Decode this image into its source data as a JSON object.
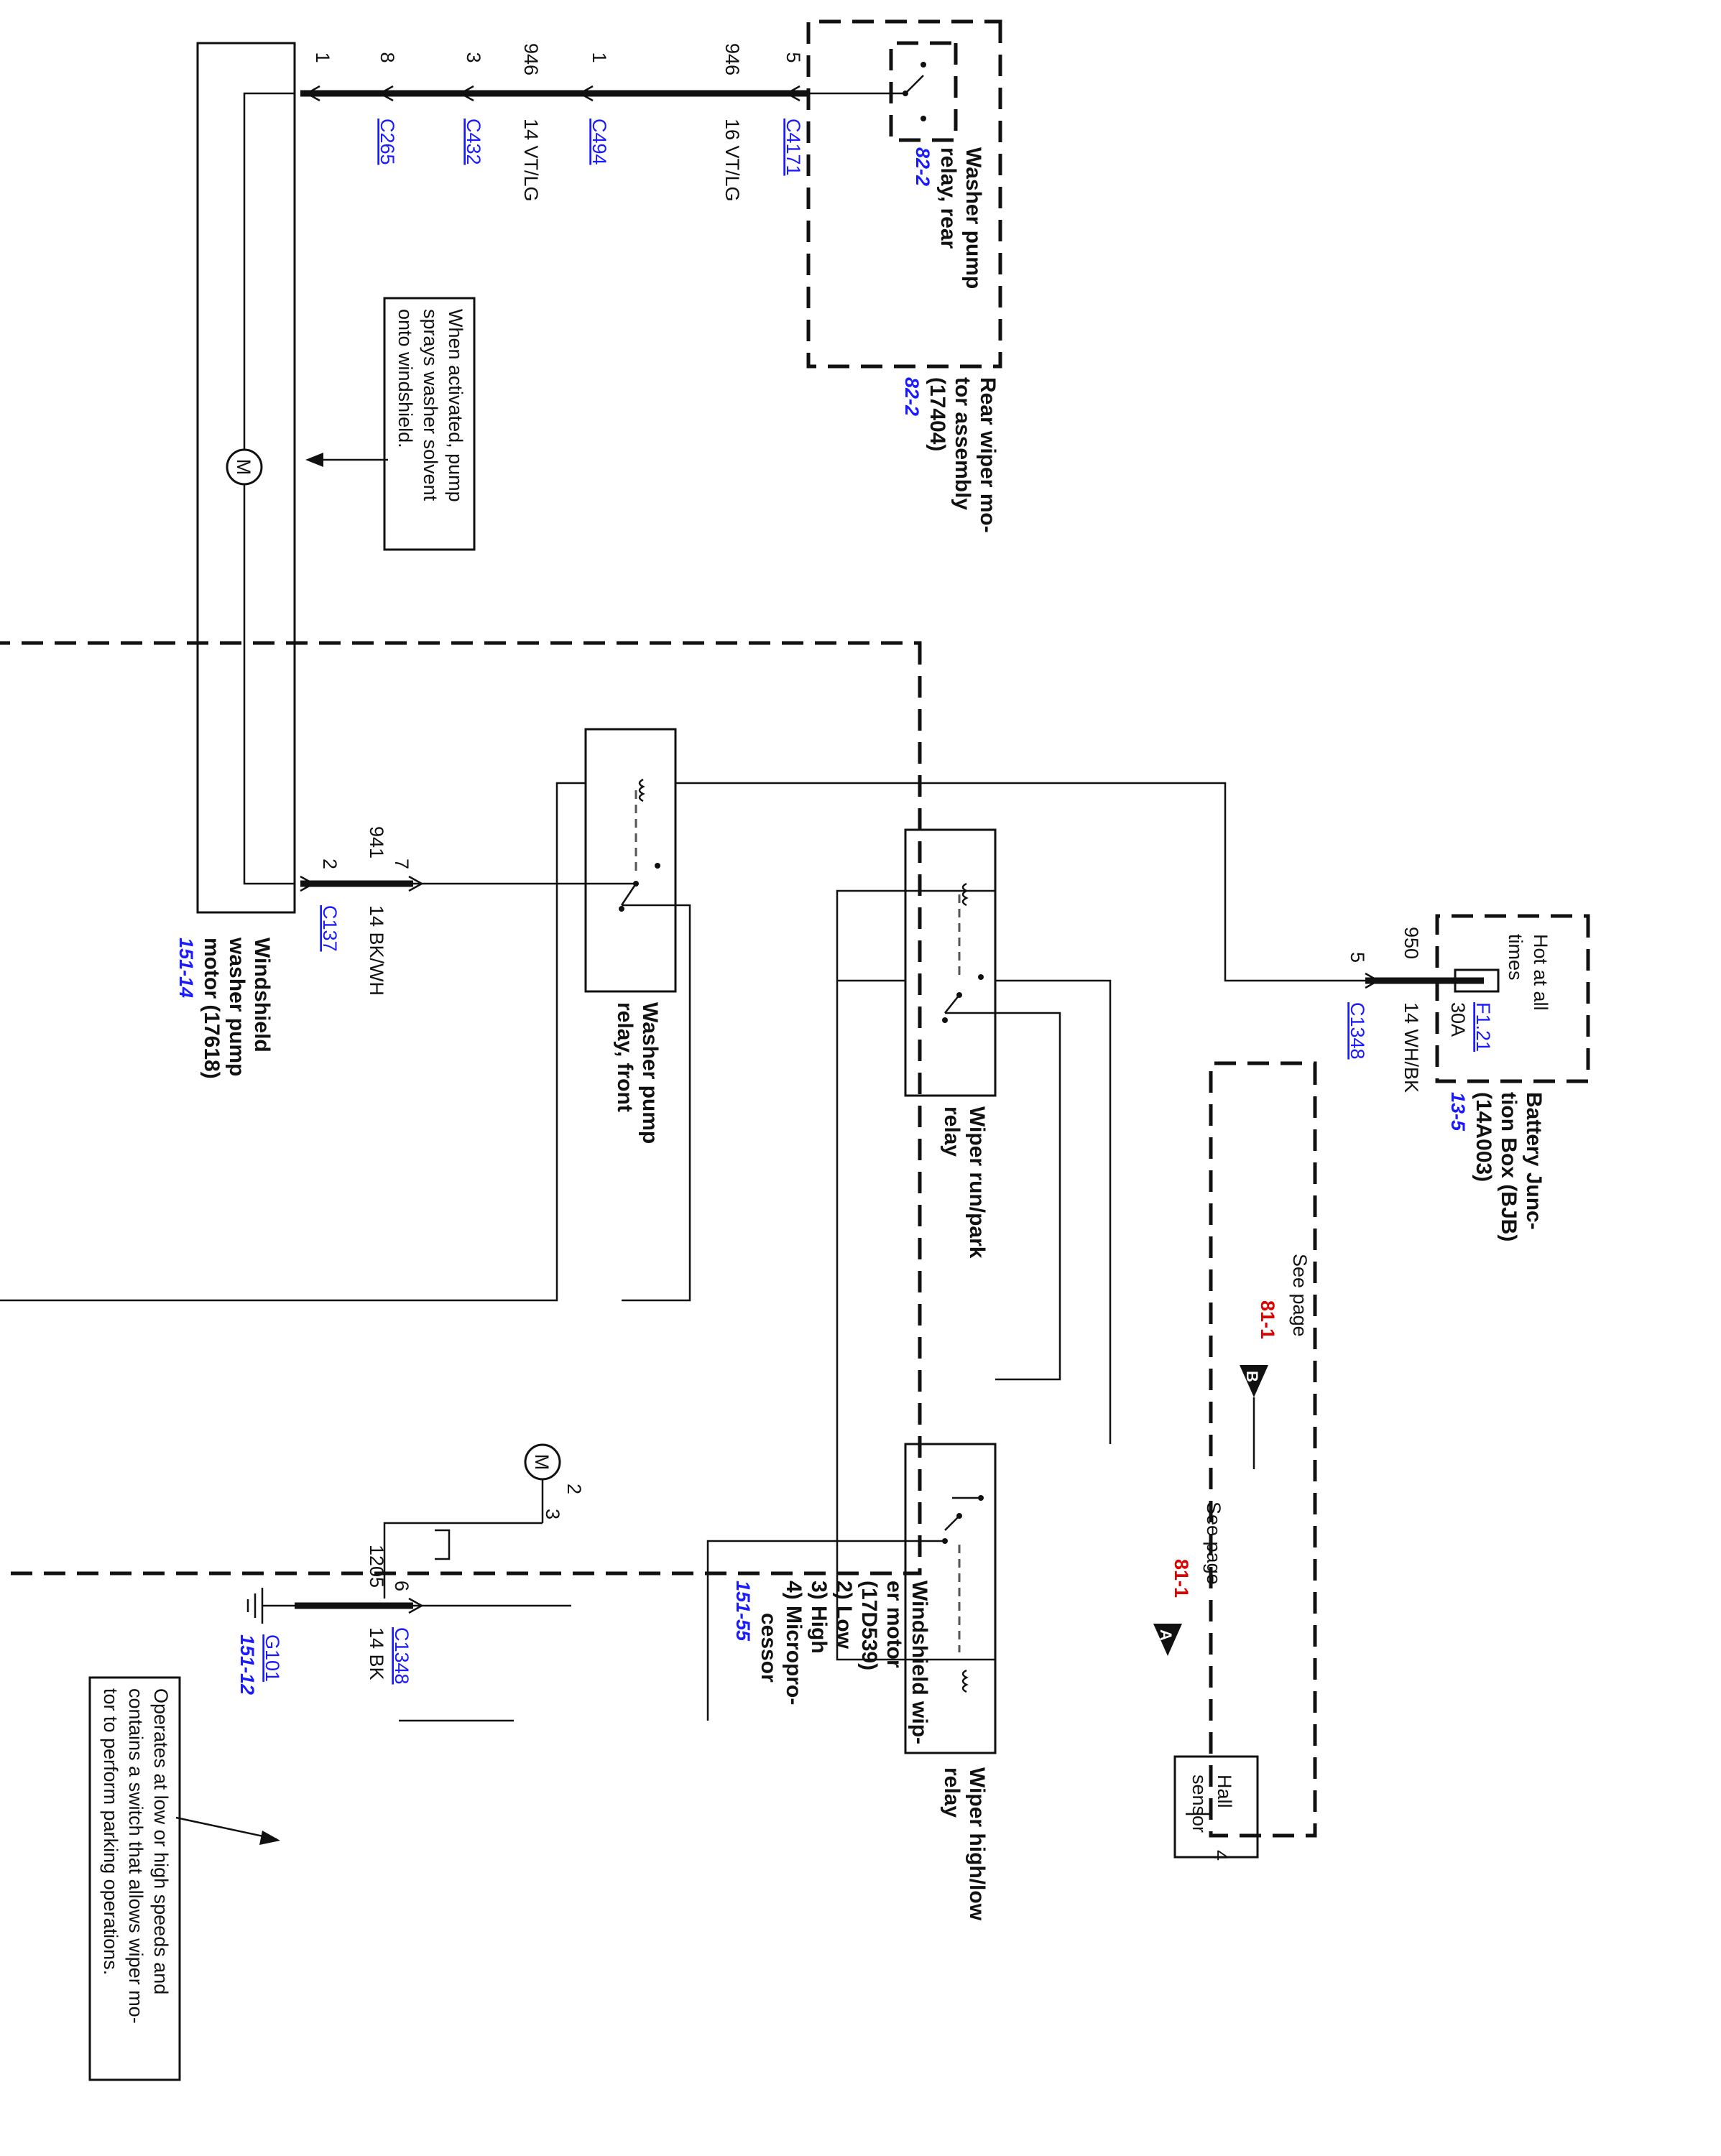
{
  "rear_washer_relay": {
    "line1": "Washer pump",
    "line2": "relay, rear",
    "ref": "82-2"
  },
  "rear_wiper_motor": {
    "line1": "Rear wiper mo-",
    "line2": "tor assembly",
    "line3": "(17404)",
    "ref": "82-2"
  },
  "washer_pump_motor": {
    "line1": "Windshield",
    "line2": "washer pump",
    "line3": "motor (17618)",
    "ref": "151-14"
  },
  "note_washer": {
    "line1": "When activated, pump",
    "line2": "sprays washer solvent",
    "line3": "onto windshield."
  },
  "note_wiper": {
    "line1": "Operates at low or high speeds and",
    "line2": "contains a switch that allows wiper mo-",
    "line3": "tor to perform parking operations."
  },
  "top_wire": {
    "pins": [
      "1",
      "8",
      "3",
      "1",
      "5"
    ],
    "circuits": [
      "946",
      "946"
    ],
    "connectors": [
      "C265",
      "C432",
      "C494",
      "C4171"
    ],
    "wires": [
      "14 VT/LG",
      "16 VT/LG"
    ]
  },
  "washer_feed": {
    "pin_c137": "2",
    "pin_c1348": "7",
    "circuit": "941",
    "connector": "C137",
    "wire": "14 BK/WH"
  },
  "ground_feed": {
    "pin": "6",
    "circuit": "1205",
    "connector": "C1348",
    "wire": "14 BK",
    "ground": "G101",
    "ground_ref": "151-12"
  },
  "battery_feed": {
    "pin": "5",
    "circuit": "950",
    "connector": "C1348",
    "wire": "14 WH/BK"
  },
  "bjb": {
    "hot_line1": "Hot at all",
    "hot_line2": "times",
    "fuse": "F1.21",
    "amps": "30A",
    "line1": "Battery Junc-",
    "line2": "tion Box (BJB)",
    "line3": "(14A003)",
    "ref": "13-5"
  },
  "relays": {
    "washer_front": {
      "line1": "Washer pump",
      "line2": "relay, front"
    },
    "run_park": {
      "line1": "Wiper run/park",
      "line2": "relay"
    },
    "high_low": {
      "line1": "Wiper high/low",
      "line2": "relay"
    }
  },
  "see_page_b": {
    "text": "See page",
    "ref": "81-1",
    "flag": "B"
  },
  "see_page_a": {
    "text": "See page",
    "ref": "81-1",
    "flag": "A"
  },
  "hall": {
    "line1": "Hall",
    "line2": "sensor"
  },
  "motor_pins": [
    "2",
    "3"
  ],
  "micro_pin": "4",
  "motor_symbol": "M",
  "wiper_motor": {
    "line1": "Windshield wip-",
    "line2": "er motor",
    "line3": "(17D539)",
    "items": [
      "2)  Low",
      "3)  High",
      "4)  Micropro-",
      "cessor"
    ],
    "ref": "151-55"
  },
  "colors": {
    "wire": "#111111",
    "link": "#1a1aff",
    "ref_red": "#e00000"
  }
}
